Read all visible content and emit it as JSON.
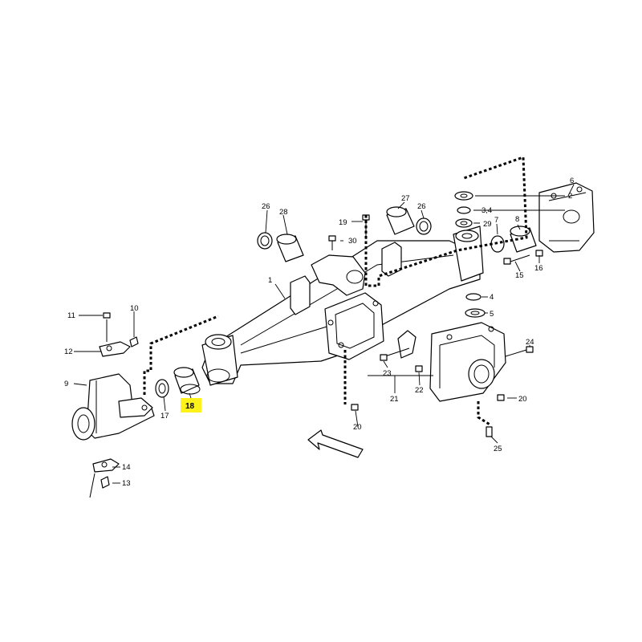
{
  "highlighted_callout": "18",
  "colors": {
    "highlight": "#fff21a",
    "line": "#000000"
  },
  "callouts": {
    "c1": "1",
    "c2": "2",
    "c34": "3,4",
    "c4": "4",
    "c5": "5",
    "c6": "6",
    "c7": "7",
    "c8": "8",
    "c9": "9",
    "c10": "10",
    "c11": "11",
    "c12": "12",
    "c13": "13",
    "c14": "14",
    "c15": "15",
    "c16": "16",
    "c17": "17",
    "c18": "18",
    "c19": "19",
    "c20a": "20",
    "c20b": "20",
    "c21": "21",
    "c22": "22",
    "c23": "23",
    "c24": "24",
    "c25": "25",
    "c26a": "26",
    "c26b": "26",
    "c27": "27",
    "c28": "28",
    "c29": "29",
    "c30": "30"
  }
}
